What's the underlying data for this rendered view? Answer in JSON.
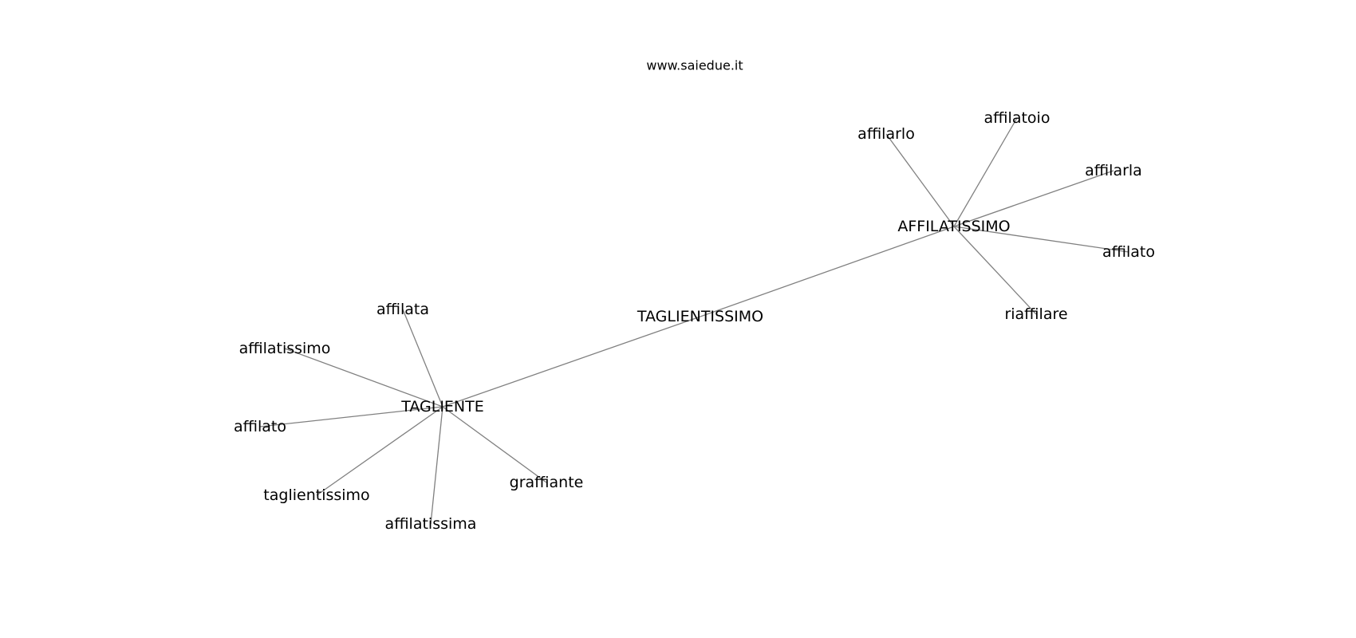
{
  "site": "www.saiedue.it",
  "graph": {
    "nodes": [
      {
        "id": "TAGLIENTISSIMO"
      },
      {
        "id": "AFFILATISSIMO"
      },
      {
        "id": "TAGLIENTE"
      },
      {
        "id": "affilarlo"
      },
      {
        "id": "affilatoio"
      },
      {
        "id": "affilarla"
      },
      {
        "id": "affilato_a"
      },
      {
        "id": "riaffilare"
      },
      {
        "id": "affilata"
      },
      {
        "id": "affilatissimo"
      },
      {
        "id": "affilato_t"
      },
      {
        "id": "taglientissimo"
      },
      {
        "id": "affilatissima"
      },
      {
        "id": "graffiante"
      }
    ],
    "labels": {
      "TAGLIENTISSIMO": "TAGLIENTISSIMO",
      "AFFILATISSIMO": "AFFILATISSIMO",
      "TAGLIENTE": "TAGLIENTE",
      "affilarlo": "affilarlo",
      "affilatoio": "affilatoio",
      "affilarla": "affilarla",
      "affilato_a": "affilato",
      "riaffilare": "riaffilare",
      "affilata": "affilata",
      "affilatissimo": "affilatissimo",
      "affilato_t": "affilato",
      "taglientissimo": "taglientissimo",
      "affilatissima": "affilatissima",
      "graffiante": "graffiante"
    },
    "edges": [
      [
        "TAGLIENTISSIMO",
        "AFFILATISSIMO"
      ],
      [
        "TAGLIENTISSIMO",
        "TAGLIENTE"
      ],
      [
        "AFFILATISSIMO",
        "affilarlo"
      ],
      [
        "AFFILATISSIMO",
        "affilatoio"
      ],
      [
        "AFFILATISSIMO",
        "affilarla"
      ],
      [
        "AFFILATISSIMO",
        "affilato_a"
      ],
      [
        "AFFILATISSIMO",
        "riaffilare"
      ],
      [
        "TAGLIENTE",
        "affilata"
      ],
      [
        "TAGLIENTE",
        "affilatissimo"
      ],
      [
        "TAGLIENTE",
        "affilato_t"
      ],
      [
        "TAGLIENTE",
        "taglientissimo"
      ],
      [
        "TAGLIENTE",
        "affilatissima"
      ],
      [
        "TAGLIENTE",
        "graffiante"
      ]
    ]
  },
  "colors": {
    "edge": "#808080",
    "text": "#000000",
    "background": "#ffffff"
  }
}
